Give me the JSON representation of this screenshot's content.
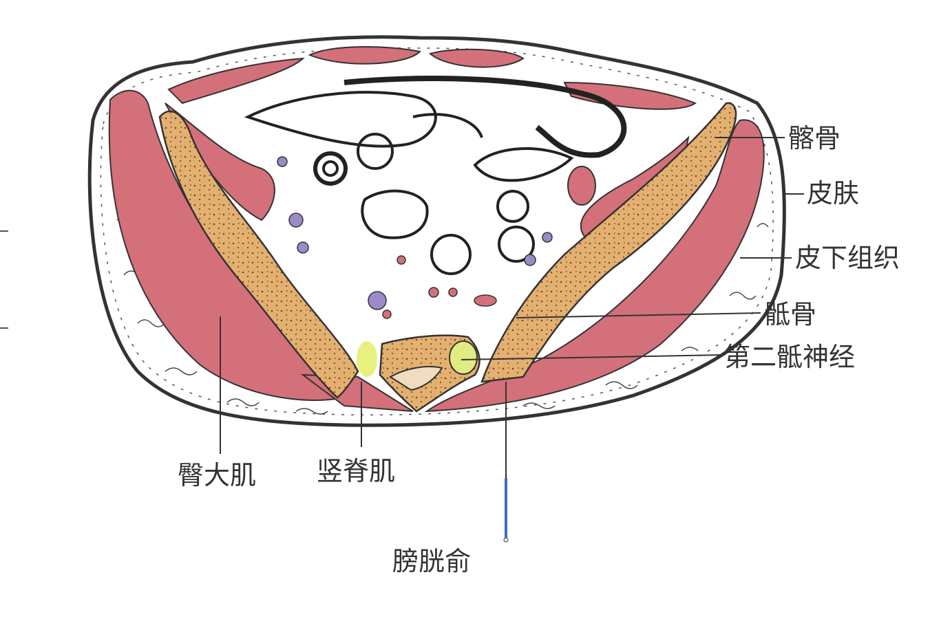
{
  "colors": {
    "muscle": "#d4707a",
    "bone": "#e4b070",
    "nerve": "#e8f080",
    "outline": "#333333",
    "needle": "#3a6fc0",
    "vessel": "#9a8ac8"
  },
  "labels": {
    "ilium": "髂骨",
    "skin": "皮肤",
    "subcutaneous": "皮下组织",
    "sacrum": "骶骨",
    "second_sacral_nerve": "第二骶神经",
    "gluteus_maximus": "臀大肌",
    "erector_spinae": "竖脊肌",
    "pangguangshu": "膀胱俞"
  }
}
